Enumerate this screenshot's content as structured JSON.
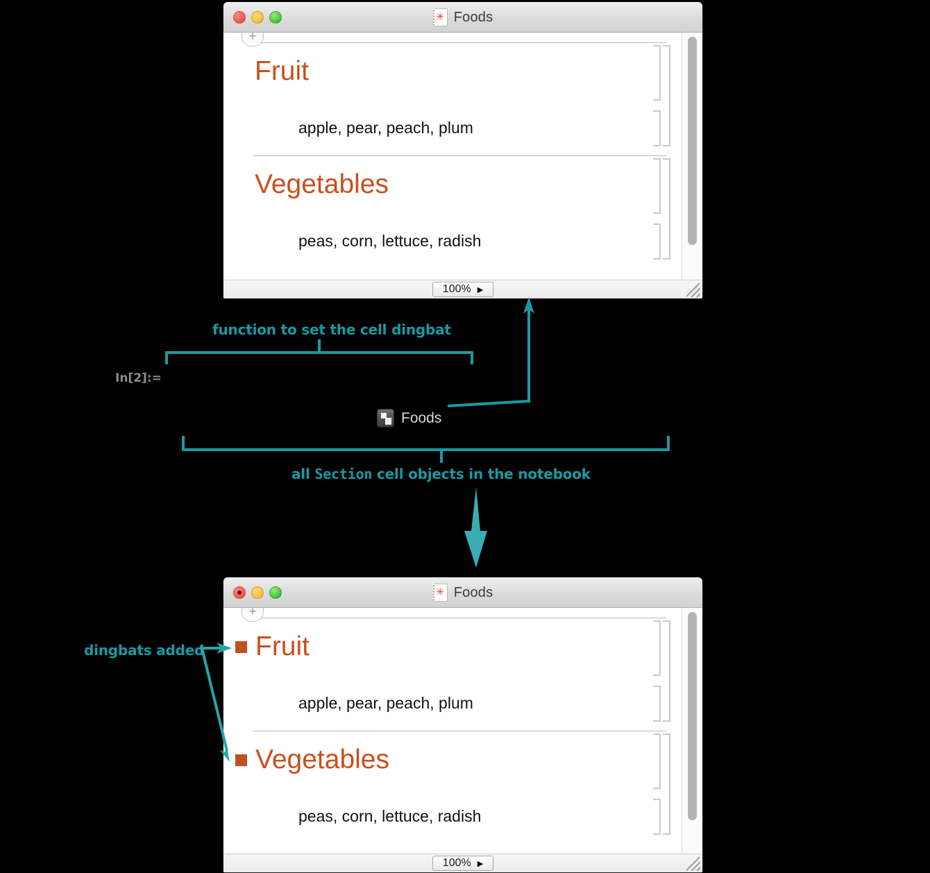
{
  "window_top": {
    "title": "Foods",
    "doc_icon": "notebook-document-icon",
    "plus_label": "+",
    "zoom_value": "100%",
    "zoom_arrow": "▶",
    "modified": false,
    "cells": [
      {
        "title": "Fruit",
        "dingbat": false,
        "body": "apple, pear, peach, plum"
      },
      {
        "title": "Vegetables",
        "dingbat": false,
        "body": "peas, corn, lettuce, radish"
      }
    ]
  },
  "window_bottom": {
    "title": "Foods",
    "doc_icon": "notebook-document-icon",
    "plus_label": "+",
    "zoom_value": "100%",
    "zoom_arrow": "▶",
    "modified": true,
    "cells": [
      {
        "title": "Fruit",
        "dingbat": true,
        "body": "apple, pear, peach, plum"
      },
      {
        "title": "Vegetables",
        "dingbat": true,
        "body": "peas, corn, lettuce, radish"
      }
    ]
  },
  "annotations": {
    "function_label": "function to set the cell dingbat",
    "section_label_pre": "all ",
    "section_label_mono": "Section",
    "section_label_post": " cell objects in the notebook",
    "dingbats_label": "dingbats added",
    "in_label": "In[2]:="
  },
  "output_object": {
    "icon": "notebook-object-icon",
    "label": "Foods"
  },
  "colors": {
    "accent_teal": "#189aa4",
    "section_orange": "#c8501e",
    "dingbat_orange": "#c1501e",
    "background": "#000000",
    "in_label_gray": "#8c8c8c"
  }
}
